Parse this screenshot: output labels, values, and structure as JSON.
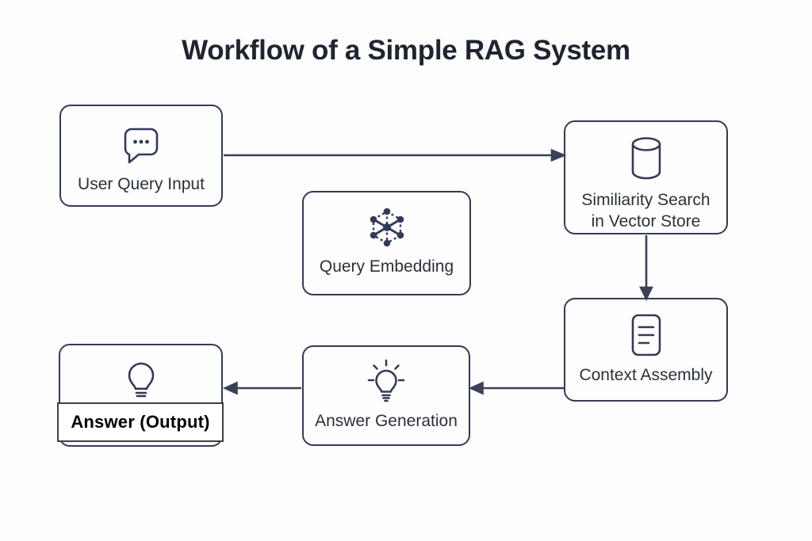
{
  "title": "Workflow of a Simple RAG System",
  "colors": {
    "background": "#fdfdfd",
    "node_border": "#333b58",
    "arrow": "#3a4157",
    "title_text": "#1f2430",
    "label_text": "#2b303b",
    "output_label_text": "#000000"
  },
  "diagram": {
    "nodes": [
      {
        "id": "user-query-input",
        "label": "User Query Input",
        "icon": "chat-bubble-icon"
      },
      {
        "id": "query-embedding",
        "label": "Query Embedding",
        "icon": "network-graph-icon"
      },
      {
        "id": "similarity-search",
        "label_line1": "Similiarity Search",
        "label_line2": "in Vector Store",
        "icon": "database-cylinder-icon"
      },
      {
        "id": "context-assembly",
        "label": "Context Assembly",
        "icon": "document-icon"
      },
      {
        "id": "answer-generation",
        "label": "Answer Generation",
        "icon": "lightbulb-rays-icon"
      },
      {
        "id": "answer-output",
        "label": "Answer (Output)",
        "icon": "lightbulb-icon"
      }
    ],
    "edges": [
      {
        "from": "user-query-input",
        "to": "similarity-search"
      },
      {
        "from": "similarity-search",
        "to": "context-assembly"
      },
      {
        "from": "context-assembly",
        "to": "answer-generation"
      },
      {
        "from": "answer-generation",
        "to": "answer-output"
      }
    ]
  }
}
